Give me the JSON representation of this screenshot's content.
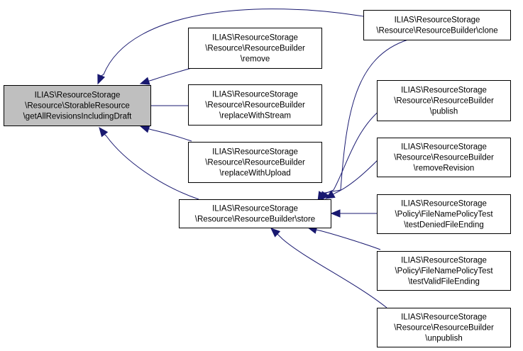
{
  "colors": {
    "focus_fill": "#bfbfbf",
    "node_fill": "#ffffff",
    "node_border": "#000000",
    "edge": "#191970"
  },
  "nodes": [
    {
      "id": "focus",
      "focus": true,
      "lines": [
        "ILIAS\\ResourceStorage",
        "\\Resource\\StorableResource",
        "\\getAllRevisionsIncludingDraft"
      ]
    },
    {
      "id": "clone",
      "lines": [
        "ILIAS\\ResourceStorage",
        "\\Resource\\ResourceBuilder\\clone"
      ]
    },
    {
      "id": "remove",
      "lines": [
        "ILIAS\\ResourceStorage",
        "\\Resource\\ResourceBuilder",
        "\\remove"
      ]
    },
    {
      "id": "replaceWithStream",
      "lines": [
        "ILIAS\\ResourceStorage",
        "\\Resource\\ResourceBuilder",
        "\\replaceWithStream"
      ]
    },
    {
      "id": "replaceWithUpload",
      "lines": [
        "ILIAS\\ResourceStorage",
        "\\Resource\\ResourceBuilder",
        "\\replaceWithUpload"
      ]
    },
    {
      "id": "store",
      "lines": [
        "ILIAS\\ResourceStorage",
        "\\Resource\\ResourceBuilder\\store"
      ]
    },
    {
      "id": "publish",
      "lines": [
        "ILIAS\\ResourceStorage",
        "\\Resource\\ResourceBuilder",
        "\\publish"
      ]
    },
    {
      "id": "removeRevision",
      "lines": [
        "ILIAS\\ResourceStorage",
        "\\Resource\\ResourceBuilder",
        "\\removeRevision"
      ]
    },
    {
      "id": "testDenied",
      "lines": [
        "ILIAS\\ResourceStorage",
        "\\Policy\\FileNamePolicyTest",
        "\\testDeniedFileEnding"
      ]
    },
    {
      "id": "testValid",
      "lines": [
        "ILIAS\\ResourceStorage",
        "\\Policy\\FileNamePolicyTest",
        "\\testValidFileEnding"
      ]
    },
    {
      "id": "unpublish",
      "lines": [
        "ILIAS\\ResourceStorage",
        "\\Resource\\ResourceBuilder",
        "\\unpublish"
      ]
    }
  ],
  "edges": [
    {
      "from": "clone",
      "to": "focus"
    },
    {
      "from": "remove",
      "to": "focus"
    },
    {
      "from": "replaceWithStream",
      "to": "focus"
    },
    {
      "from": "replaceWithUpload",
      "to": "focus"
    },
    {
      "from": "store",
      "to": "focus"
    },
    {
      "from": "clone",
      "to": "store"
    },
    {
      "from": "publish",
      "to": "store"
    },
    {
      "from": "removeRevision",
      "to": "store"
    },
    {
      "from": "testDenied",
      "to": "store"
    },
    {
      "from": "testValid",
      "to": "store"
    },
    {
      "from": "unpublish",
      "to": "store"
    }
  ]
}
